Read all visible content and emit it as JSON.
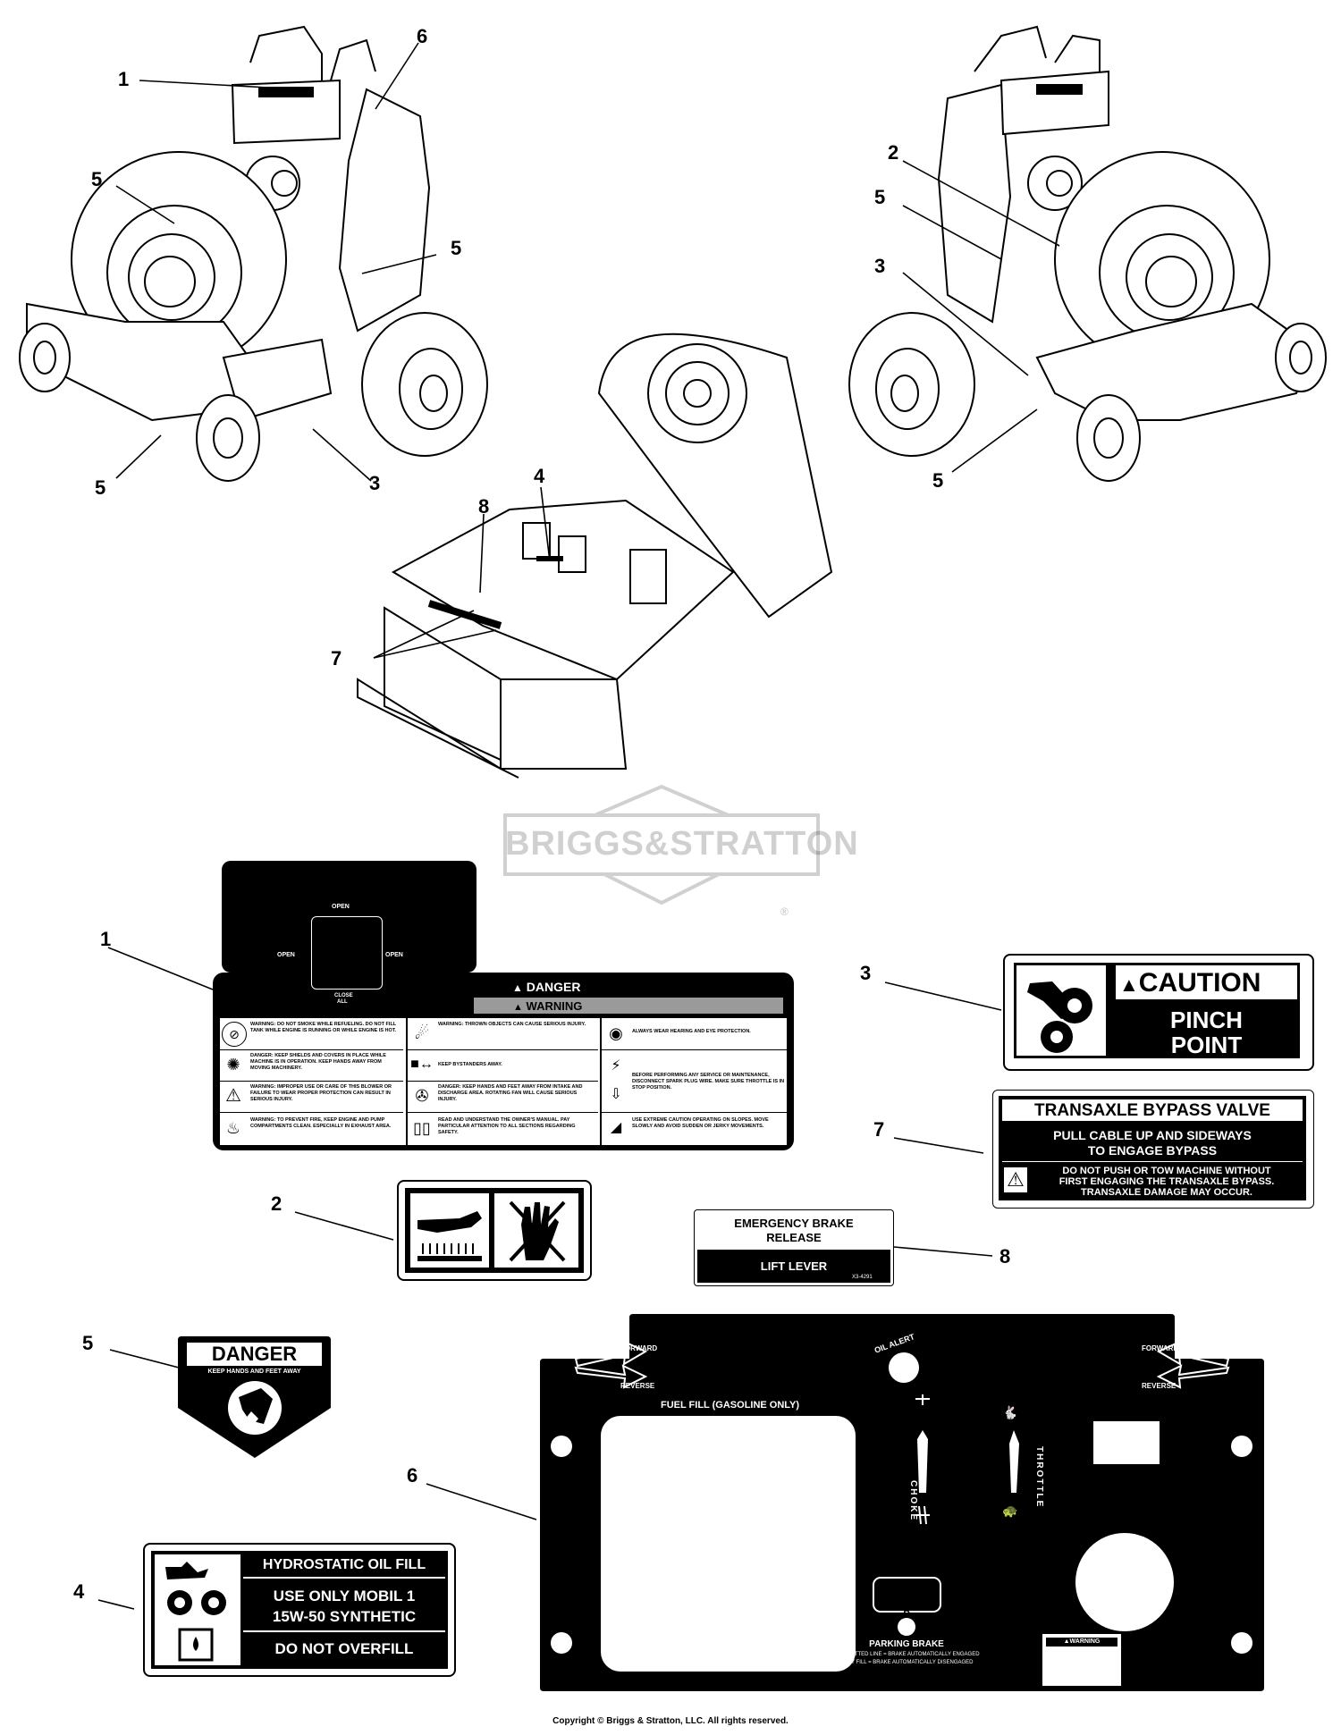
{
  "watermark": {
    "text": "BRIGGS&STRATTON",
    "registered_mark": "®"
  },
  "callouts": {
    "top_left": {
      "c1": "1",
      "c6": "6",
      "c5a": "5",
      "c5b": "5",
      "c5c": "5",
      "c3": "3"
    },
    "top_right": {
      "c2": "2",
      "c5a": "5",
      "c3": "3",
      "c5b": "5"
    },
    "center": {
      "c4": "4",
      "c8": "8",
      "c7": "7"
    },
    "decals": {
      "d1": "1",
      "d3": "3",
      "d7": "7",
      "d2": "2",
      "d8": "8",
      "d5": "5",
      "d6": "6",
      "d4": "4"
    }
  },
  "decal1": {
    "open_top": "OPEN",
    "open_left": "OPEN",
    "open_right": "OPEN",
    "close_all_1": "CLOSE",
    "close_all_2": "ALL",
    "danger": "DANGER",
    "warning": "WARNING",
    "rows_col1": [
      "WARNING: DO NOT SMOKE WHILE REFUELING. DO NOT FILL TANK WHILE ENGINE IS RUNNING OR WHILE ENGINE IS HOT.",
      "DANGER: KEEP SHIELDS AND COVERS IN PLACE WHILE MACHINE IS IN OPERATION. KEEP HANDS AWAY FROM MOVING MACHINERY.",
      "WARNING: IMPROPER USE OR CARE OF THIS BLOWER OR FAILURE TO WEAR PROPER PROTECTION CAN RESULT IN SERIOUS INJURY.",
      "WARNING: TO PREVENT FIRE, KEEP ENGINE AND PUMP COMPARTMENTS CLEAN. ESPECIALLY IN EXHAUST AREA."
    ],
    "rows_col2": [
      "WARNING: THROWN OBJECTS CAN CAUSE SERIOUS INJURY.",
      "KEEP BYSTANDERS AWAY.",
      "DANGER: KEEP HANDS AND FEET AWAY FROM INTAKE AND DISCHARGE AREA. ROTATING FAN WILL CAUSE SERIOUS INJURY.",
      "READ AND UNDERSTAND THE OWNER'S MANUAL. PAY PARTICULAR ATTENTION TO ALL SECTIONS REGARDING SAFETY."
    ],
    "rows_col3": [
      "ALWAYS WEAR HEARING AND EYE PROTECTION.",
      "BEFORE PERFORMING ANY SERVICE OR MAINTENANCE, DISCONNECT SPARK PLUG WIRE. MAKE SURE THROTTLE IS IN STOP POSITION.",
      "USE EXTREME CAUTION OPERATING ON SLOPES. MOVE SLOWLY AND AVOID SUDDEN OR JERKY MOVEMENTS."
    ]
  },
  "decal3": {
    "caution": "CAUTION",
    "line1": "PINCH",
    "line2": "POINT"
  },
  "decal7": {
    "title": "TRANSAXLE BYPASS VALVE",
    "line1": "PULL CABLE UP AND SIDEWAYS",
    "line2": "TO ENGAGE BYPASS",
    "warn1": "DO NOT PUSH OR TOW MACHINE WITHOUT",
    "warn2": "FIRST ENGAGING THE TRANSAXLE BYPASS.",
    "warn3": "TRANSAXLE DAMAGE MAY OCCUR."
  },
  "decal8": {
    "line1": "EMERGENCY BRAKE",
    "line2": "RELEASE",
    "line3": "LIFT LEVER",
    "code": "X3-4291"
  },
  "decal5": {
    "title": "DANGER",
    "sub": "KEEP HANDS AND FEET AWAY"
  },
  "decal4": {
    "line1": "HYDROSTATIC OIL FILL",
    "line2": "USE ONLY MOBIL 1",
    "line3": "15W-50 SYNTHETIC",
    "line4": "DO NOT OVERFILL"
  },
  "decal6": {
    "forward_left": "FORWARD",
    "reverse_left": "REVERSE",
    "forward_right": "FORWARD",
    "reverse_right": "REVERSE",
    "oil_alert": "OIL ALERT",
    "fuel_fill": "FUEL FILL (GASOLINE ONLY)",
    "choke": "CHOKE",
    "throttle": "THROTTLE",
    "parking_brake": "PARKING BRAKE",
    "pb_line1": "RED DOTTED LINE = BRAKE AUTOMATICALLY ENGAGED",
    "pb_line2": "GRAY FILL = BRAKE AUTOMATICALLY DISENGAGED",
    "warning": "WARNING"
  },
  "copyright": "Copyright © Briggs & Stratton, LLC. All rights reserved."
}
